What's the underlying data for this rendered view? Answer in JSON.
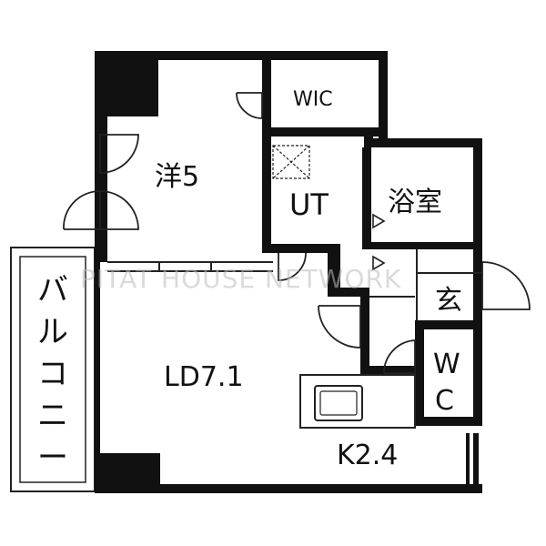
{
  "rooms": {
    "western_room": "洋5",
    "walk_in_closet": "WIC",
    "utility": "UT",
    "bathroom": "浴室",
    "entrance": "玄",
    "toilet_w": "W",
    "toilet_c": "C",
    "living_dining": "LD7.1",
    "kitchen": "K2.4",
    "balcony": "バルコニー"
  },
  "watermark": "PITAT HOUSE NETWORK",
  "colors": {
    "wall": "#111111",
    "line": "#222222",
    "watermark": "#bdbdbd",
    "background": "#ffffff"
  }
}
